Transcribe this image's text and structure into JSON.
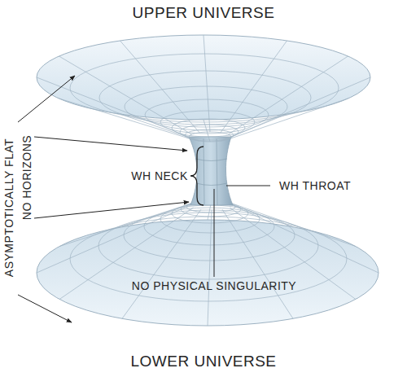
{
  "diagram": {
    "labels": [
      "UPPER UNIVERSE",
      "ASYMPTOTICALLY FLAT",
      "NO HORIZONS",
      "WH NECK",
      "WH THROAT",
      "NO PHYSICAL SINGULARITY",
      "LOWER UNIVERSE"
    ]
  }
}
